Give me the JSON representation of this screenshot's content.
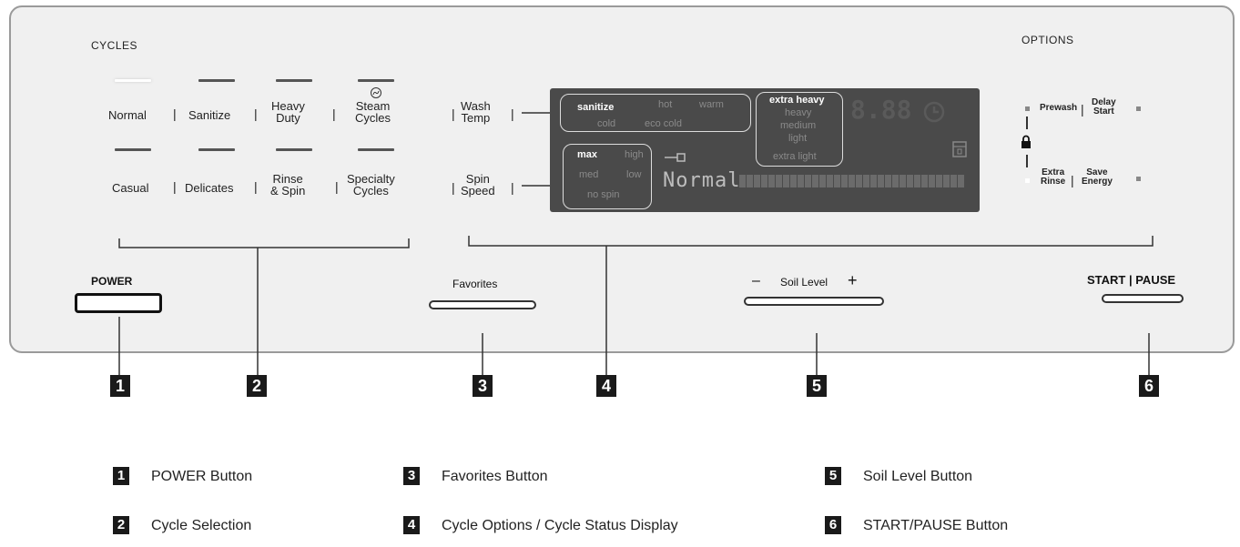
{
  "panel": {
    "cycles_label": "CYCLES",
    "options_label": "OPTIONS",
    "cycles_row1": [
      {
        "id": "normal",
        "label": "Normal",
        "active": true
      },
      {
        "id": "sanitize",
        "label": "Sanitize",
        "active": false
      },
      {
        "id": "heavy-duty",
        "label": "Heavy\nDuty",
        "active": false
      },
      {
        "id": "steam-cycles",
        "label": "Steam\nCycles",
        "active": false
      }
    ],
    "cycles_row2": [
      {
        "id": "casual",
        "label": "Casual",
        "active": false
      },
      {
        "id": "delicates",
        "label": "Delicates",
        "active": false
      },
      {
        "id": "rinse-spin",
        "label": "Rinse\n& Spin",
        "active": false
      },
      {
        "id": "specialty-cycles",
        "label": "Specialty\nCycles",
        "active": false
      }
    ],
    "wash_temp_label": "Wash\nTemp",
    "spin_speed_label": "Spin\nSpeed",
    "power_label": "POWER",
    "favorites_label": "Favorites",
    "soil_minus": "–",
    "soil_label": "Soil Level",
    "soil_plus": "+",
    "start_pause_label": "START | PAUSE",
    "options": {
      "prewash": "Prewash",
      "delay_start": "Delay\nStart",
      "extra_rinse": "Extra\nRinse",
      "save_energy": "Save\nEnergy"
    }
  },
  "display": {
    "wash_temps": {
      "sanitize": "sanitize",
      "hot": "hot",
      "warm": "warm",
      "cold": "cold",
      "eco_cold": "eco cold"
    },
    "spin": {
      "max": "max",
      "high": "high",
      "med": "med",
      "low": "low",
      "no_spin": "no spin"
    },
    "soil": {
      "extra_heavy": "extra heavy",
      "heavy": "heavy",
      "medium": "medium",
      "light": "light",
      "extra_light": "extra light"
    },
    "digits": "8.88",
    "cycle_text": "Normal"
  },
  "callouts": [
    "1",
    "2",
    "3",
    "4",
    "5",
    "6"
  ],
  "legend": [
    {
      "num": "1",
      "text": "POWER Button"
    },
    {
      "num": "2",
      "text": "Cycle Selection"
    },
    {
      "num": "3",
      "text": "Favorites Button"
    },
    {
      "num": "4",
      "text": "Cycle Options / Cycle Status Display"
    },
    {
      "num": "5",
      "text": "Soil Level Button"
    },
    {
      "num": "6",
      "text": "START/PAUSE Button"
    }
  ],
  "colors": {
    "panel": "#f0f0f0",
    "lcd": "#4a4a4a",
    "callout": "#1a1a1a"
  }
}
